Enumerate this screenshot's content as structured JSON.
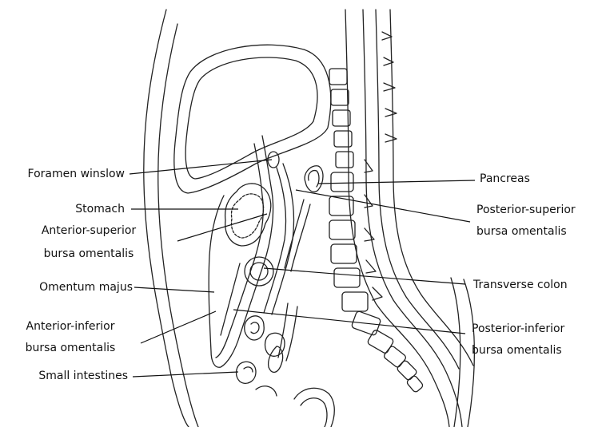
{
  "labels": {
    "foramen_winslow": "Foramen winslow",
    "stomach": "Stomach",
    "anterior_superior_1": "Anterior-superior",
    "anterior_superior_2": "bursa omentalis",
    "omentum_majus": "Omentum majus",
    "anterior_inferior_1": "Anterior-inferior",
    "anterior_inferior_2": "bursa omentalis",
    "small_intestines": "Small intestines",
    "pancreas": "Pancreas",
    "posterior_superior_1": "Posterior-superior",
    "posterior_superior_2": "bursa omentalis",
    "transverse_colon": "Transverse colon",
    "posterior_inferior_1": "Posterior-inferior",
    "posterior_inferior_2": "bursa omentalis"
  }
}
